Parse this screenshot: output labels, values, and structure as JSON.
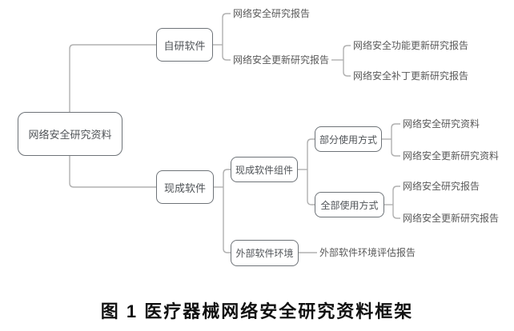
{
  "figure_caption": "图 1 医疗器械网络安全研究资料框架",
  "diagram": {
    "root": "网络安全研究资料",
    "branches": {
      "self_developed": "自研软件",
      "off_the_shelf": "现成软件",
      "ots_component": "现成软件组件",
      "external_env": "外部软件环境",
      "partial_use": "部分使用方式",
      "full_use": "全部使用方式"
    },
    "leaves": {
      "self_research_report": "网络安全研究报告",
      "self_update_report": "网络安全更新研究报告",
      "func_update_report": "网络安全功能更新研究报告",
      "patch_update_report": "网络安全补丁更新研究报告",
      "partial_research_material": "网络安全研究资料",
      "partial_update_material": "网络安全更新研究资料",
      "full_research_report": "网络安全研究报告",
      "full_update_report": "网络安全更新研究报告",
      "env_eval_report": "外部软件环境评估报告"
    }
  },
  "colors": {
    "box_border": "#6e7378",
    "box_text": "#4f5357",
    "leaf_text": "#595959",
    "connector": "#b0b0b0",
    "caption_text": "#111111",
    "background": "#ffffff"
  }
}
